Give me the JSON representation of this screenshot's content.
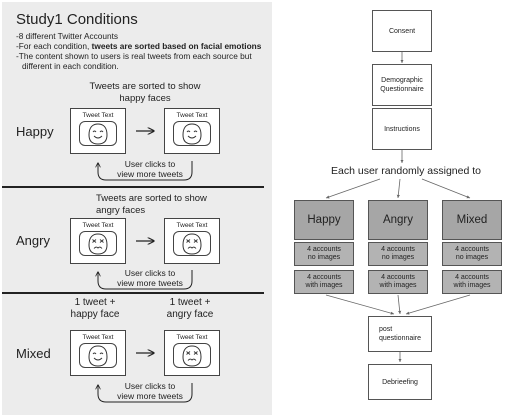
{
  "study": {
    "title": "Study1 Conditions",
    "bullets": [
      "-8 different Twitter Accounts",
      "-For each condition, ",
      "tweets are sorted based on facial emotions",
      "-The content shown to users is real tweets from each source but",
      "different in each condition."
    ]
  },
  "conditions": {
    "happy": {
      "label": "Happy",
      "caption_1": "Tweets are sorted to show",
      "caption_2": "happy faces",
      "tweet_text": "Tweet Text",
      "click_1": "User clicks to",
      "click_2": "view more tweets"
    },
    "angry": {
      "label": "Angry",
      "caption_1": "Tweets are sorted to show",
      "caption_2": "angry faces",
      "tweet_text": "Tweet Text",
      "click_1": "User clicks to",
      "click_2": "view more tweets"
    },
    "mixed": {
      "label": "Mixed",
      "caption_left_1": "1 tweet +",
      "caption_left_2": "happy face",
      "caption_right_1": "1 tweet +",
      "caption_right_2": "angry face",
      "tweet_text": "Tweet Text",
      "click_1": "User clicks to",
      "click_2": "view more tweets"
    }
  },
  "flow": {
    "consent": "Consent",
    "demographic_1": "Demographic",
    "demographic_2": "Questionnaire",
    "instructions": "Instructions",
    "assigned": "Each user randomly assigned to",
    "groups": [
      {
        "name": "Happy",
        "sub1_a": "4 accounts",
        "sub1_b": "no images",
        "sub2_a": "4 accounts",
        "sub2_b": "with images"
      },
      {
        "name": "Angry",
        "sub1_a": "4 accounts",
        "sub1_b": "no images",
        "sub2_a": "4 accounts",
        "sub2_b": "with images"
      },
      {
        "name": "Mixed",
        "sub1_a": "4 accounts",
        "sub1_b": "no images",
        "sub2_a": "4 accounts",
        "sub2_b": "with images"
      }
    ],
    "post_1": "post",
    "post_2": "questionnaire",
    "debriefing": "Debrieefing"
  },
  "colors": {
    "panel_bg": "#ececec",
    "group_fill": "#a6a6a6",
    "sub_fill": "#b3b3b3"
  },
  "icons": {
    "happy_face": "happy-face-icon",
    "angry_face": "angry-face-icon",
    "arrow": "right-arrow-icon"
  }
}
